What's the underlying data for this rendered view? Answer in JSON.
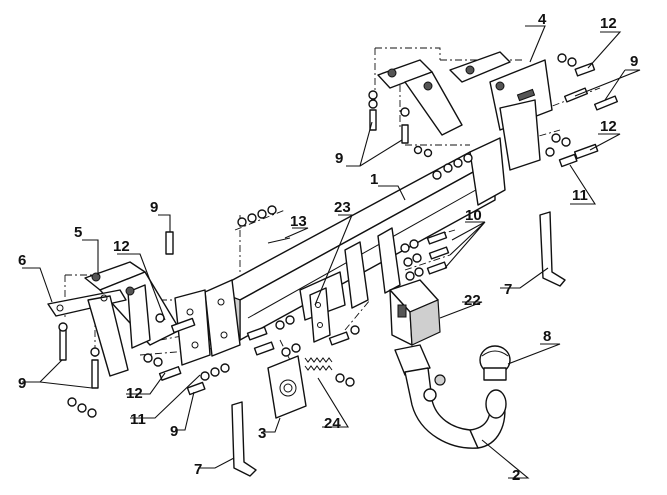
{
  "labels": {
    "p1": "1",
    "p2": "2",
    "p3": "3",
    "p4": "4",
    "p5": "5",
    "p6": "6",
    "p7a": "7",
    "p7b": "7",
    "p8": "8",
    "p9a": "9",
    "p9b": "9",
    "p9c": "9",
    "p9d": "9",
    "p9e": "9",
    "p10": "10",
    "p11a": "11",
    "p11b": "11",
    "p12a": "12",
    "p12b": "12",
    "p12c": "12",
    "p12d": "12",
    "p13": "13",
    "p22": "22",
    "p23": "23",
    "p24": "24"
  },
  "colors": {
    "line": "#111111",
    "background": "#ffffff",
    "shade": "#cfcfcf"
  }
}
